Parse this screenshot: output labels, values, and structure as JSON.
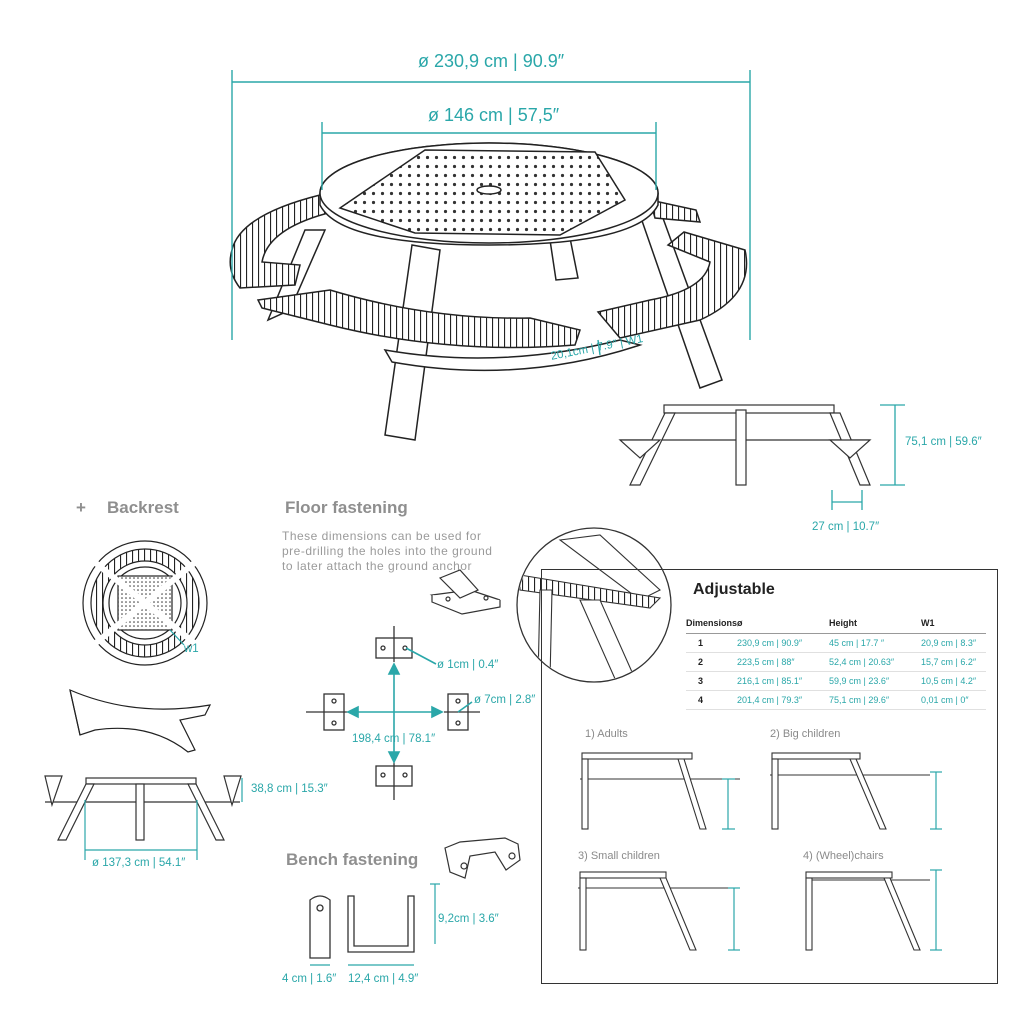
{
  "dimensions": {
    "outer_diameter": "ø 230,9 cm | 90.9″",
    "table_diameter": "ø 146 cm | 57,5″",
    "bench_width": "20,1cm | 7.9″ | W1",
    "height": "75,1 cm | 59.6″",
    "leg_depth": "27 cm | 10.7″"
  },
  "backrest": {
    "title": "Backrest",
    "plus": "+",
    "w1_label": "w1",
    "height": "38,8 cm | 15.3″",
    "diameter": "ø 137,3 cm | 54.1″"
  },
  "floor_fastening": {
    "title": "Floor fastening",
    "note": "These dimensions can be used for pre-drilling the holes into the ground to later attach the ground anchor",
    "hole_small": "ø 1cm | 0.4″",
    "hole_large": "ø 7cm | 2.8″",
    "spacing": "198,4 cm | 78.1″"
  },
  "bench_fastening": {
    "title": "Bench fastening",
    "height": "9,2cm | 3.6″",
    "width_a": "4 cm | 1.6″",
    "width_b": "12,4 cm | 4.9″"
  },
  "adjustable": {
    "title": "Adjustable",
    "headers": [
      "Dimensions",
      "ø",
      "Height",
      "W1"
    ],
    "rows": [
      {
        "n": "1",
        "d": "230,9 cm | 90.9″",
        "h": "45 cm | 17.7 ″",
        "w": "20,9 cm | 8.3″"
      },
      {
        "n": "2",
        "d": "223,5 cm | 88″",
        "h": "52,4 cm | 20.63″",
        "w": "15,7 cm | 6.2″"
      },
      {
        "n": "3",
        "d": "216,1 cm | 85.1″",
        "h": "59,9 cm | 23.6″",
        "w": "10,5 cm | 4.2″"
      },
      {
        "n": "4",
        "d": "201,4 cm | 79.3″",
        "h": "75,1 cm | 29.6″",
        "w": "0,01 cm | 0″"
      }
    ],
    "modes": [
      {
        "label": "1) Adults"
      },
      {
        "label": "2) Big children"
      },
      {
        "label": "3) Small children"
      },
      {
        "label": "4) (Wheel)chairs"
      }
    ]
  },
  "colors": {
    "accent": "#2aa7a9",
    "line": "#222222",
    "muted": "#8f8f8f"
  }
}
